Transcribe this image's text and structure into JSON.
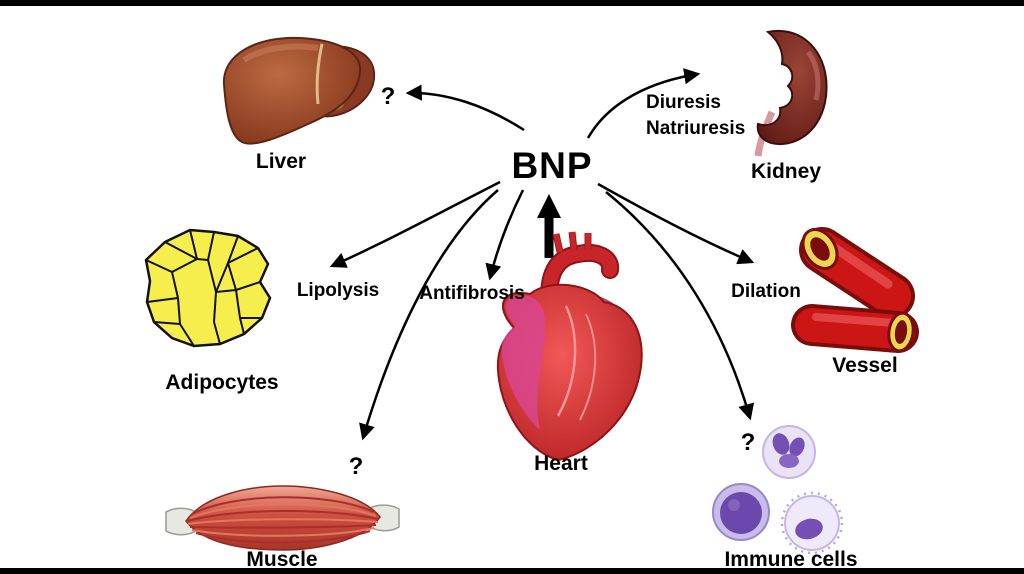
{
  "diagram": {
    "center_label": "BNP",
    "nodes": {
      "liver": {
        "label": "Liver",
        "effect": "?"
      },
      "kidney": {
        "label": "Kidney",
        "effect1": "Diuresis",
        "effect2": "Natriuresis"
      },
      "adipocytes": {
        "label": "Adipocytes",
        "effect": "Lipolysis"
      },
      "heart": {
        "label": "Heart",
        "effect": "Antifibrosis"
      },
      "vessel": {
        "label": "Vessel",
        "effect": "Dilation"
      },
      "muscle": {
        "label": "Muscle",
        "effect": "?"
      },
      "immune_cells": {
        "label": "Immune cells",
        "effect": "?"
      }
    },
    "colors": {
      "arrow": "#000000",
      "heart_red": "#c8252a",
      "vessel_red": "#cc1616",
      "adipocyte_yellow": "#f6ee4d",
      "kidney_maroon": "#5c1712",
      "immune_purple": "#6a48ac"
    }
  }
}
